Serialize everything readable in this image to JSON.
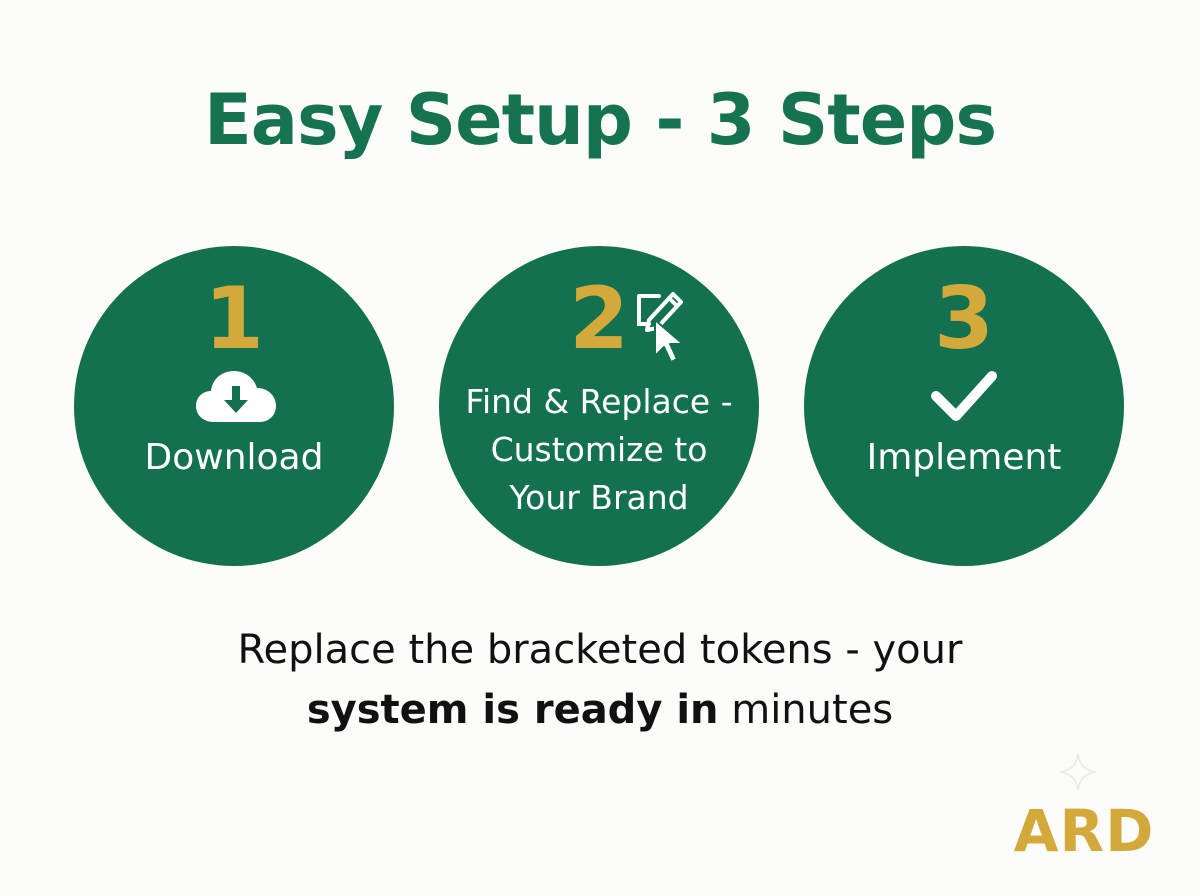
{
  "title": "Easy Setup - 3 Steps",
  "steps": [
    {
      "number": "1",
      "label": "Download",
      "icon": "cloud-download-icon"
    },
    {
      "number": "2",
      "label_lines": [
        "Find & Replace -",
        "Customize to",
        "Your Brand"
      ],
      "icon": "edit-cursor-icon"
    },
    {
      "number": "3",
      "label": "Implement",
      "icon": "checkmark-icon"
    }
  ],
  "caption": {
    "line1": "Replace the bracketed tokens - your",
    "line2_bold": "system is ready in",
    "line2_rest": " minutes"
  },
  "logo": "ARD",
  "colors": {
    "primary_green": "#137150",
    "title_green": "#16734f",
    "gold": "#d3a93b",
    "background": "#fcfcfb",
    "text": "#111111"
  }
}
